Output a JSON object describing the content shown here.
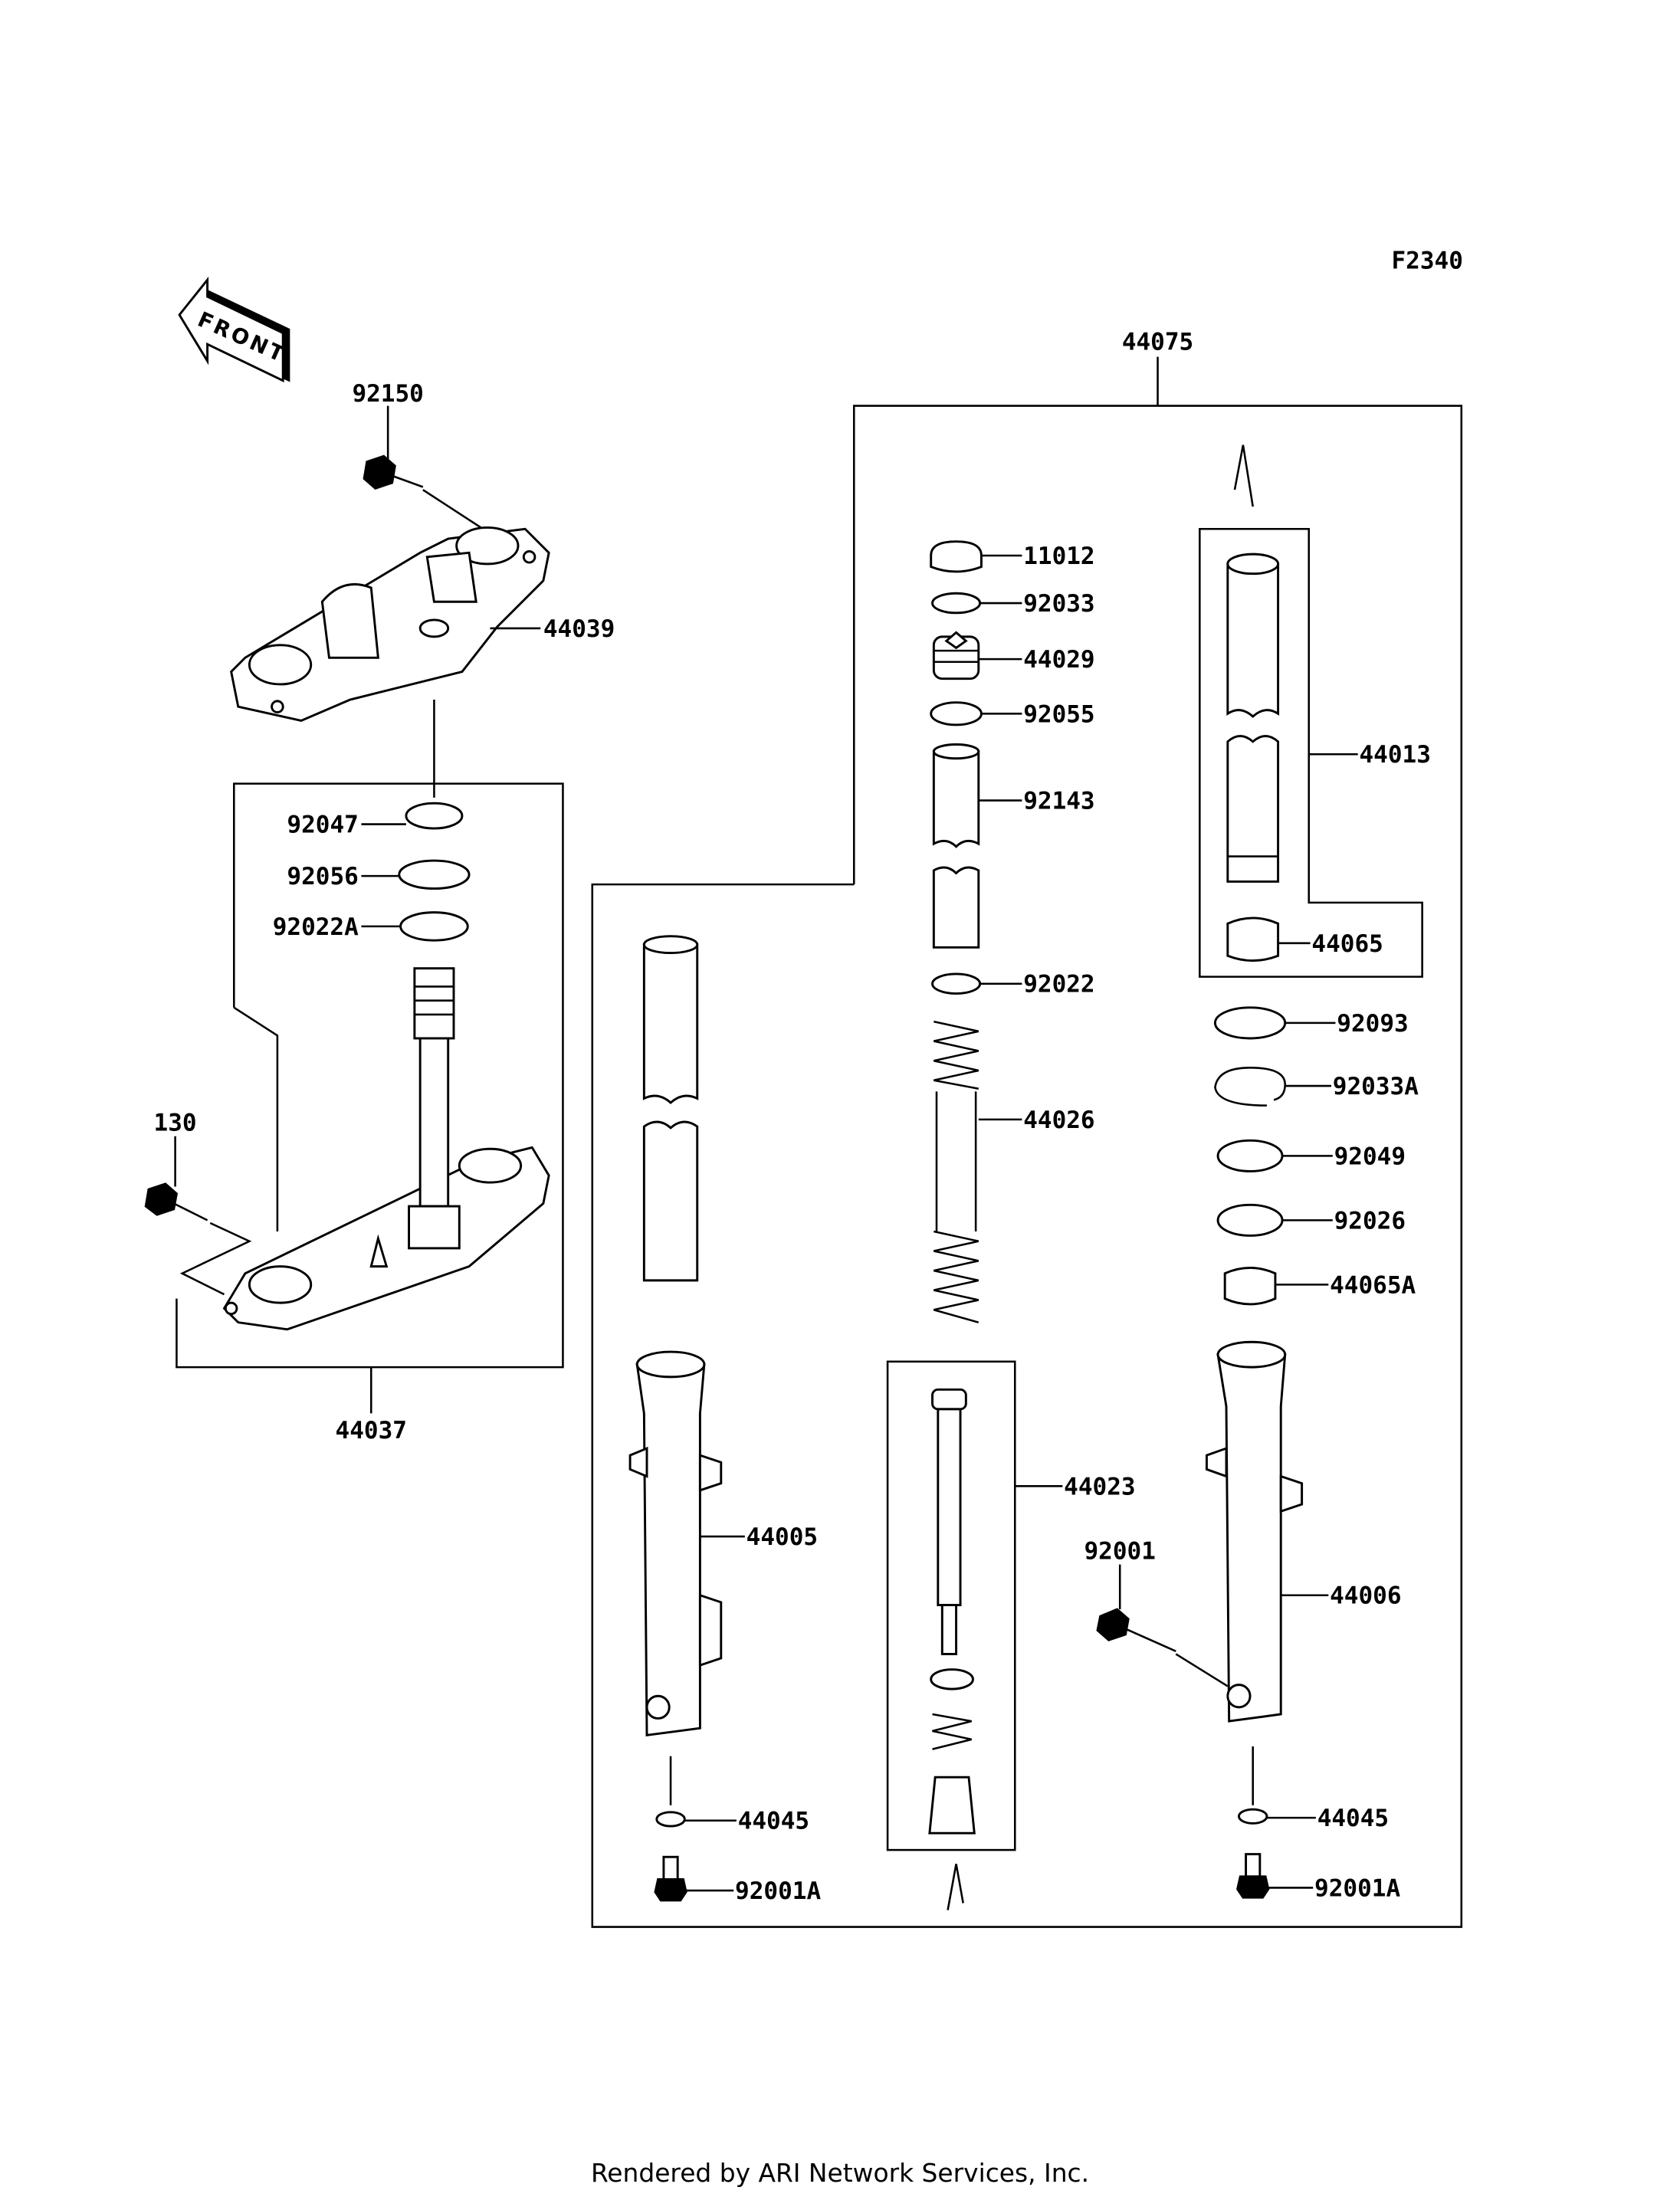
{
  "diagram_code": "F2340",
  "front_arrow_label": "FRONT",
  "footer": "Rendered by ARI Network Services, Inc.",
  "parts": {
    "p92150": "92150",
    "p44039": "44039",
    "p92047": "92047",
    "p92056": "92056",
    "p92022A": "92022A",
    "p130": "130",
    "p44037": "44037",
    "p44075": "44075",
    "p11012": "11012",
    "p92033": "92033",
    "p44029": "44029",
    "p92055": "92055",
    "p92143": "92143",
    "p92022": "92022",
    "p44026": "44026",
    "p44013": "44013",
    "p44065": "44065",
    "p92093": "92093",
    "p92033A": "92033A",
    "p92049": "92049",
    "p92026": "92026",
    "p44065A": "44065A",
    "p44023": "44023",
    "p44005": "44005",
    "p92001": "92001",
    "p44006": "44006",
    "p44045_left": "44045",
    "p92001A_left": "92001A",
    "p44045_right": "44045",
    "p92001A_right": "92001A"
  }
}
